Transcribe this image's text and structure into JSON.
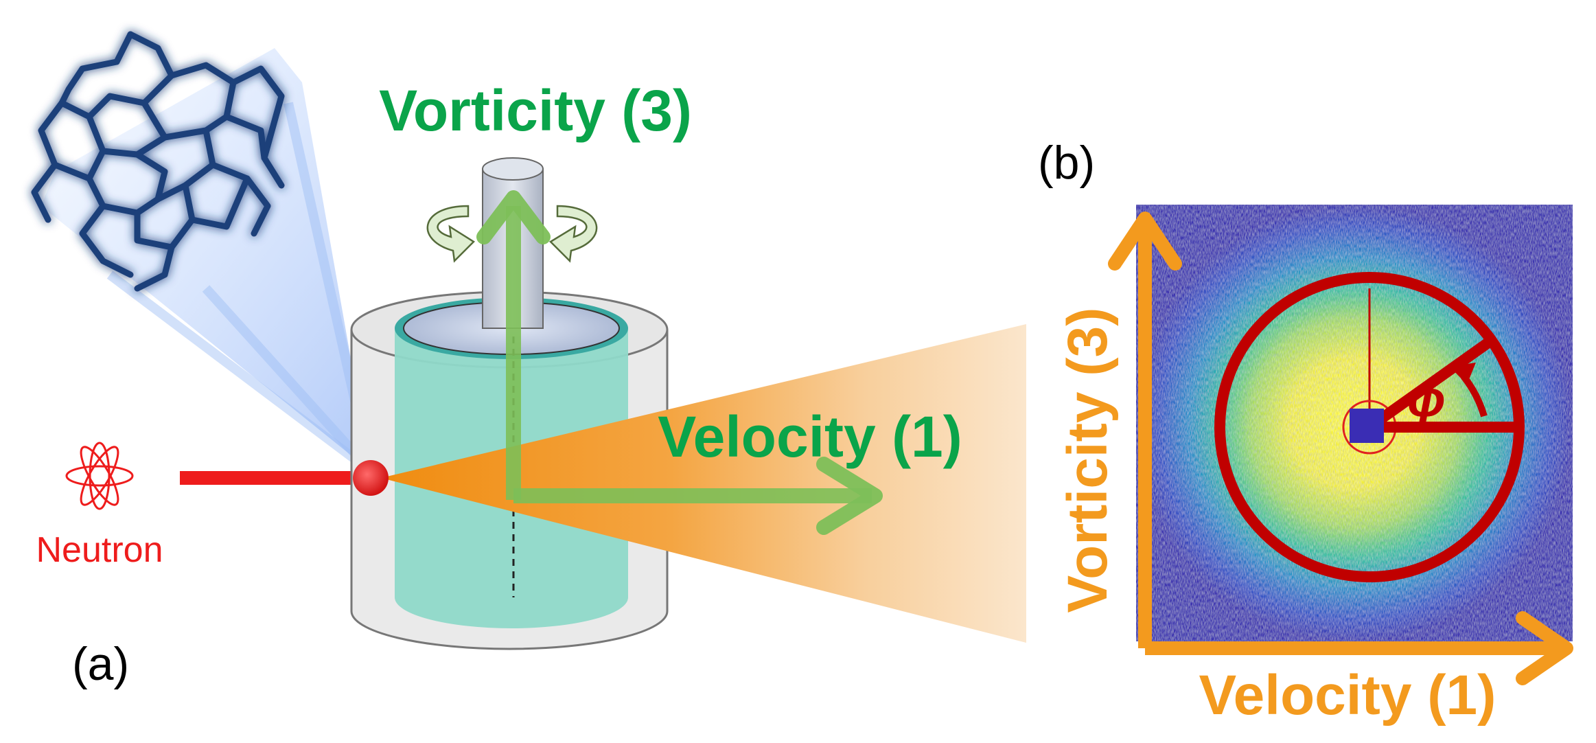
{
  "panel_a": {
    "panel_label": "(a)",
    "source_label": "Neutron",
    "vorticity_label": "Vorticity (3)",
    "velocity_label": "Velocity (1)"
  },
  "panel_b": {
    "panel_label": "(b)",
    "angle_symbol": "ϕ",
    "x_axis_label": "Velocity (1)",
    "y_axis_label": "Vorticity (3)"
  },
  "colors": {
    "beam": "#ee1c1c",
    "flow_axes": "#0aa44a",
    "detector_axes": "#f39a1e",
    "sector": "#c00000",
    "sample_gap": "#8fd9c9",
    "polymer": "#1f4f9a"
  },
  "icons": {
    "source": "atom-icon",
    "rotation": "rotation-arrow-icon",
    "polymer": "polymer-network-icon"
  }
}
